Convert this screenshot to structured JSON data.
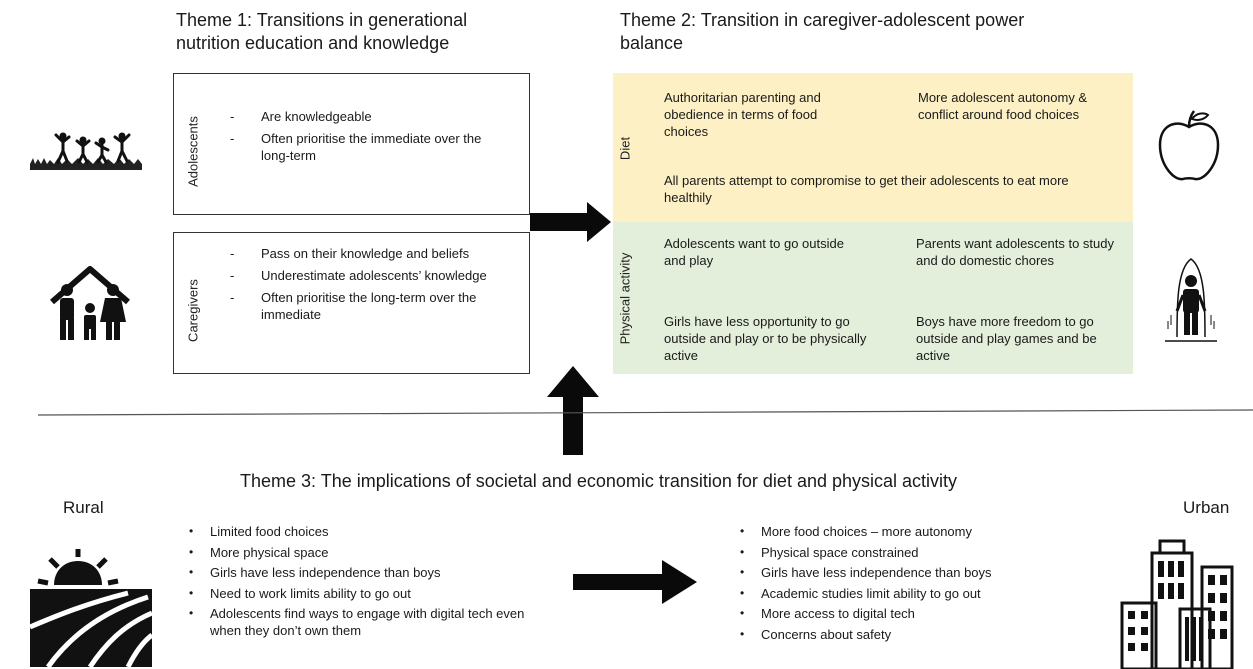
{
  "theme1": {
    "title_line1": "Theme 1: Transitions in generational",
    "title_line2": "nutrition education and knowledge",
    "adolescents": {
      "label": "Adolescents",
      "items": [
        "Are knowledgeable",
        "Often prioritise the immediate over the long-term"
      ]
    },
    "caregivers": {
      "label": "Caregivers",
      "items": [
        "Pass on their knowledge and beliefs",
        "Underestimate adolescents’ knowledge",
        "Often prioritise the long-term over the immediate"
      ]
    }
  },
  "theme2": {
    "title_line1": "Theme 2: Transition in caregiver-adolescent power",
    "title_line2": "balance",
    "diet": {
      "label": "Diet",
      "color": "#fdf0c4",
      "left": "Authoritarian parenting and obedience in terms of food choices",
      "right": "More adolescent autonomy & conflict around food choices",
      "shared": "All parents attempt to compromise to get their adolescents to eat more healthily"
    },
    "physical": {
      "label": "Physical activity",
      "color": "#e3eedb",
      "top_left": "Adolescents want to go outside and play",
      "top_right": "Parents want adolescents to study and do domestic chores",
      "bottom_left": "Girls have less opportunity to go outside and play or to be physically active",
      "bottom_right": "Boys have more freedom to go outside and play games and be active"
    }
  },
  "theme3": {
    "title": "Theme 3: The implications of societal and economic transition for diet and physical activity",
    "rural": {
      "label": "Rural",
      "items": [
        "Limited food choices",
        "More physical space",
        "Girls have less independence than boys",
        "Need to work limits ability to go out",
        "Adolescents find ways to engage with digital tech even when they don’t own them"
      ]
    },
    "urban": {
      "label": "Urban",
      "items": [
        "More food choices – more autonomy",
        "Physical space constrained",
        "Girls have less independence than boys",
        "Academic studies limit ability to go out",
        "More access to digital tech",
        "Concerns about safety"
      ]
    }
  },
  "icons": {
    "adolescents": "jumping-people-icon",
    "family": "family-house-icon",
    "apple": "apple-icon",
    "jump_rope": "jump-rope-icon",
    "farm": "farm-field-icon",
    "city": "city-buildings-icon"
  }
}
